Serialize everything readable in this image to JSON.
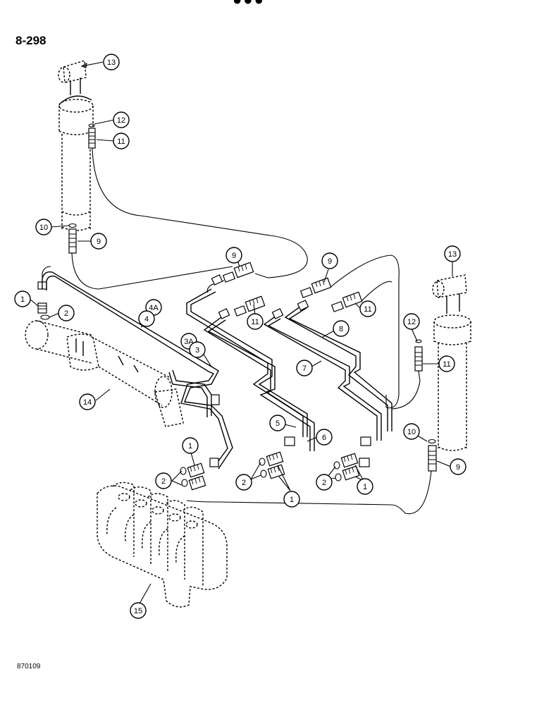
{
  "page": {
    "number": "8-298",
    "figure_code": "870109"
  },
  "callouts": [
    {
      "id": "c13a",
      "label": "13"
    },
    {
      "id": "c12a",
      "label": "12"
    },
    {
      "id": "c11a",
      "label": "11"
    },
    {
      "id": "c10a",
      "label": "10"
    },
    {
      "id": "c9a",
      "label": "9"
    },
    {
      "id": "c9b",
      "label": "9"
    },
    {
      "id": "c9c",
      "label": "9"
    },
    {
      "id": "c13b",
      "label": "13"
    },
    {
      "id": "c1a",
      "label": "1"
    },
    {
      "id": "c2a",
      "label": "2"
    },
    {
      "id": "c4A",
      "label": "4A"
    },
    {
      "id": "c4",
      "label": "4"
    },
    {
      "id": "c11b",
      "label": "11"
    },
    {
      "id": "c11c",
      "label": "11"
    },
    {
      "id": "c3A",
      "label": "3A"
    },
    {
      "id": "c3",
      "label": "3"
    },
    {
      "id": "c8",
      "label": "8"
    },
    {
      "id": "c12b",
      "label": "12"
    },
    {
      "id": "c7",
      "label": "7"
    },
    {
      "id": "c11d",
      "label": "11"
    },
    {
      "id": "c14",
      "label": "14"
    },
    {
      "id": "c5",
      "label": "5"
    },
    {
      "id": "c6",
      "label": "6"
    },
    {
      "id": "c10b",
      "label": "10"
    },
    {
      "id": "c1b",
      "label": "1"
    },
    {
      "id": "c9d",
      "label": "9"
    },
    {
      "id": "c2b",
      "label": "2"
    },
    {
      "id": "c2c",
      "label": "2"
    },
    {
      "id": "c2d",
      "label": "2"
    },
    {
      "id": "c1c",
      "label": "1"
    },
    {
      "id": "c1d",
      "label": "1"
    },
    {
      "id": "c15",
      "label": "15"
    }
  ]
}
